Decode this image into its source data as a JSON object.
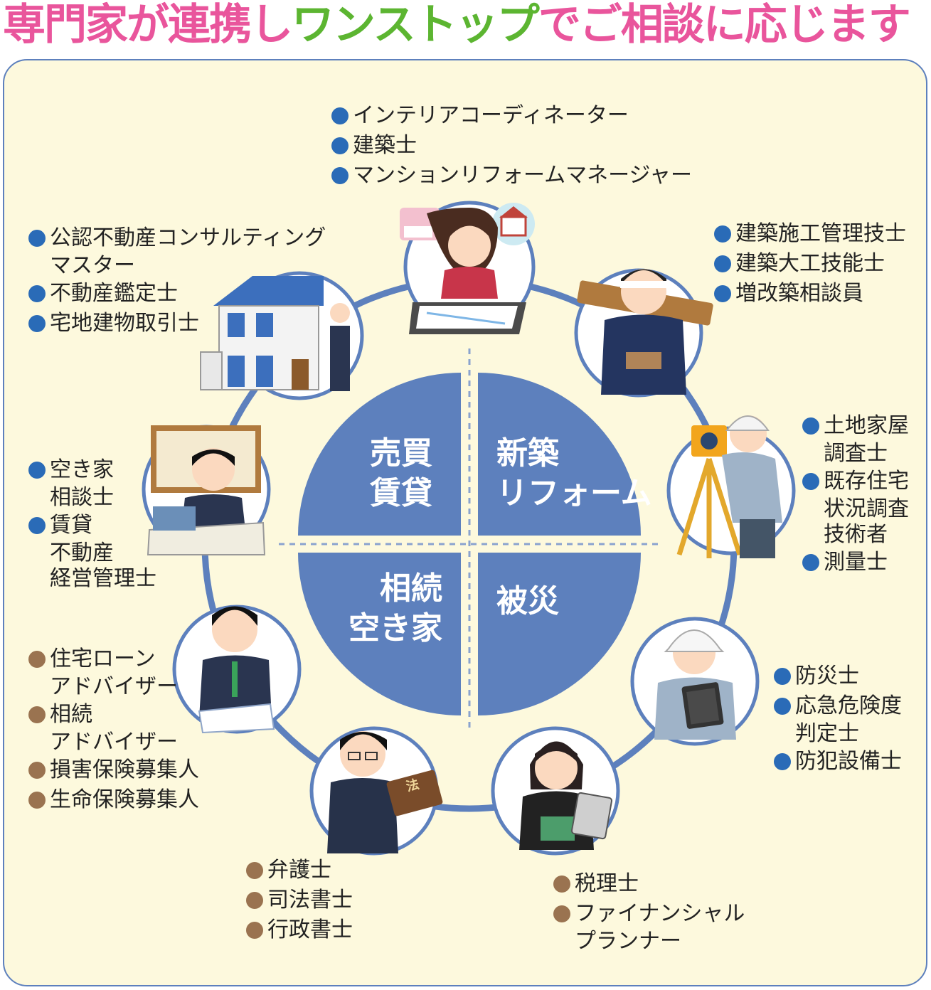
{
  "title": {
    "part1": "専門家が連携し",
    "part2": "ワンストップ",
    "part3": "でご相談に応じます",
    "color_pink": "#e9559c",
    "color_green": "#5cb531"
  },
  "colors": {
    "panel_bg": "#fdf9dd",
    "ring": "#5d80bd",
    "quadrant": "#5d80bd",
    "dot_blue": "#2a6bb7",
    "dot_brown": "#9a7350"
  },
  "quadrants": {
    "top_left": [
      "売買",
      "賃貸"
    ],
    "top_right": [
      "新築",
      "リフォーム"
    ],
    "bottom_left": [
      "相続",
      "空き家"
    ],
    "bottom_right": [
      "被災"
    ]
  },
  "groups": {
    "top": [
      [
        "インテリアコーディネーター"
      ],
      [
        "建築士"
      ],
      [
        "マンションリフォームマネージャー"
      ]
    ],
    "upper_left": [
      [
        "公認不動産コンサルティング",
        "マスター"
      ],
      [
        "不動産鑑定士"
      ],
      [
        "宅地建物取引士"
      ]
    ],
    "upper_right": [
      [
        "建築施工管理技士"
      ],
      [
        "建築大工技能士"
      ],
      [
        "増改築相談員"
      ]
    ],
    "left": [
      [
        "空き家",
        "相談士"
      ],
      [
        "賃貸",
        "不動産",
        "経営管理士"
      ]
    ],
    "right": [
      [
        "土地家屋",
        "調査士"
      ],
      [
        "既存住宅",
        "状況調査",
        "技術者"
      ],
      [
        "測量士"
      ]
    ],
    "lower_left": [
      [
        "住宅ローン",
        "アドバイザー"
      ],
      [
        "相続",
        "アドバイザー"
      ],
      [
        "損害保険募集人"
      ],
      [
        "生命保険募集人"
      ]
    ],
    "lower_right": [
      [
        "防災士"
      ],
      [
        "応急危険度",
        "判定士"
      ],
      [
        "防犯設備士"
      ]
    ],
    "bottom_left": [
      [
        "弁護士"
      ],
      [
        "司法書士"
      ],
      [
        "行政書士"
      ]
    ],
    "bottom_right": [
      [
        "税理士"
      ],
      [
        "ファイナンシャル",
        "プランナー"
      ]
    ]
  },
  "icons": {
    "interior": "interior-designer-icon",
    "carpenter": "carpenter-icon",
    "surveyor": "surveyor-icon",
    "inspector": "hardhat-inspector-icon",
    "tax": "tax-accountant-icon",
    "lawyer": "lawyer-icon",
    "loan": "loan-adviser-icon",
    "vacant": "vacant-house-consultant-icon",
    "realestate": "real-estate-house-icon",
    "law_book_label": "法"
  }
}
